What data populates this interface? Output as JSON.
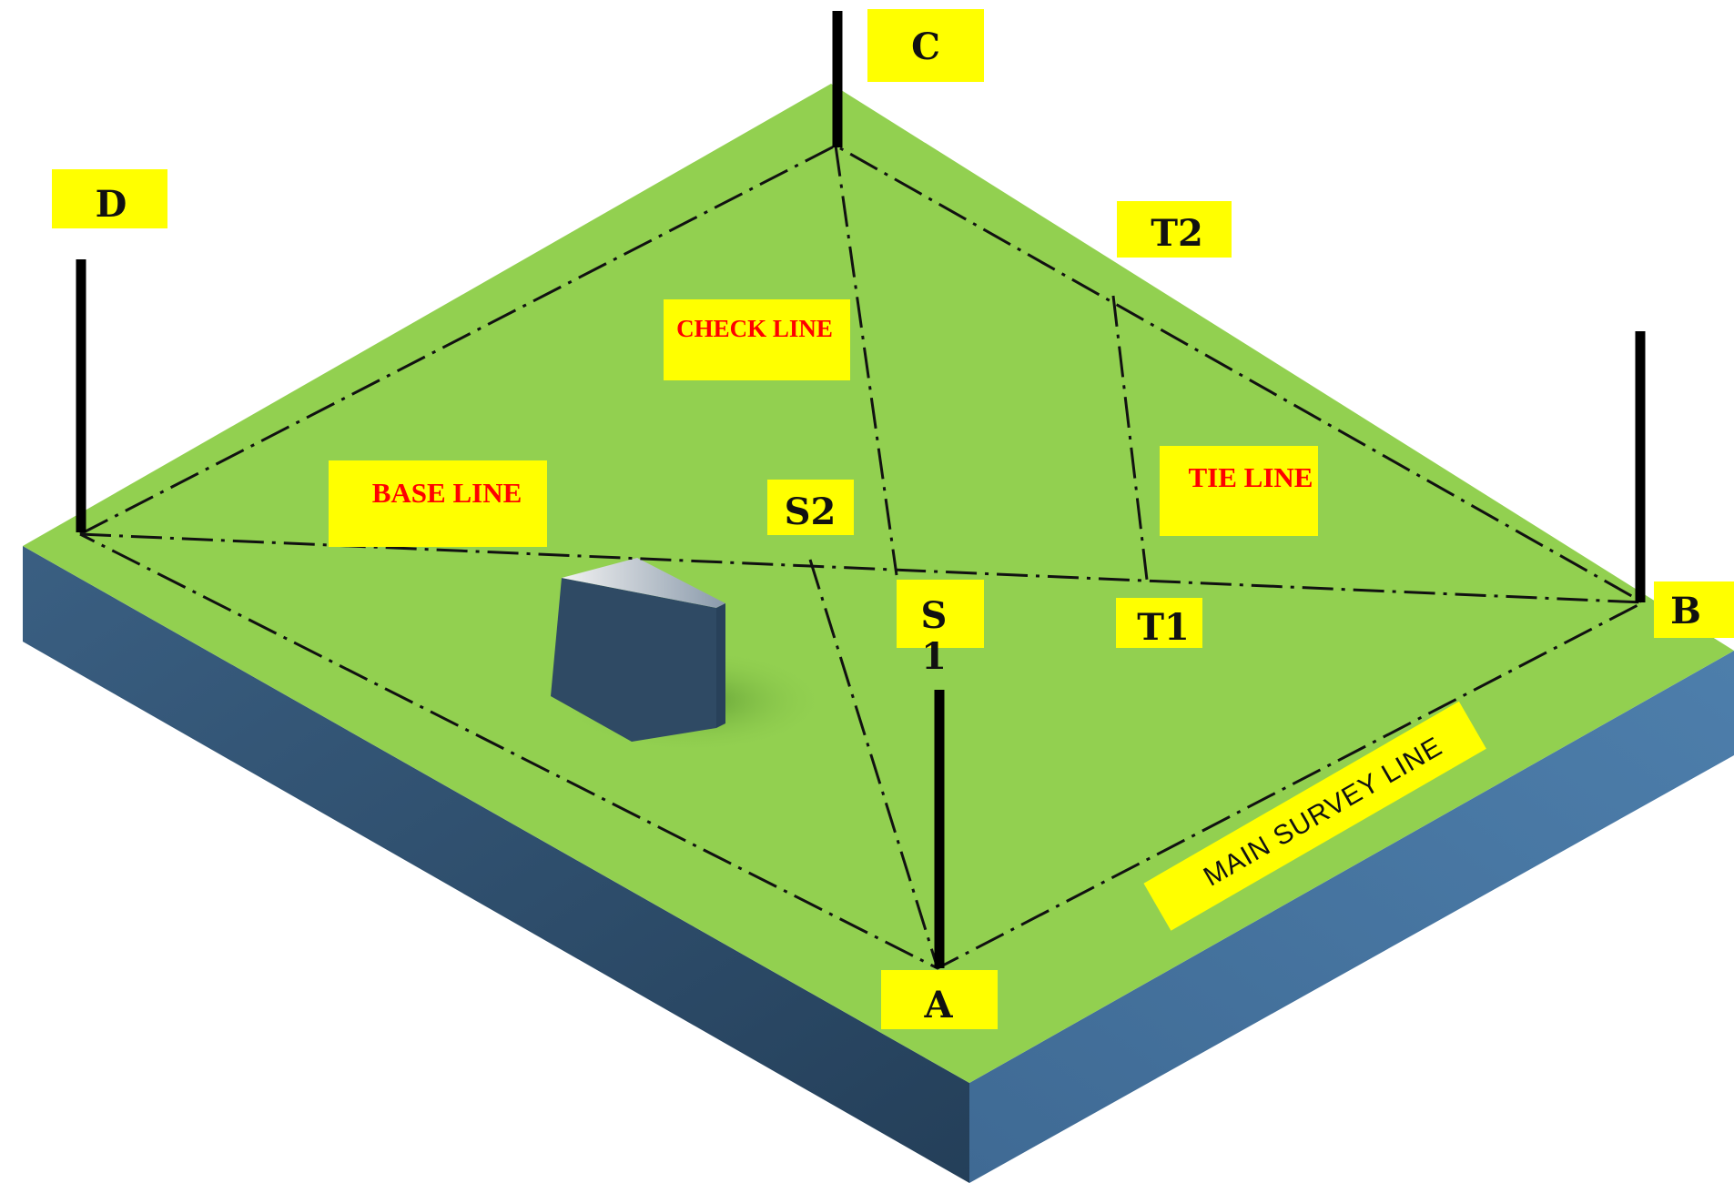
{
  "points": {
    "A": "A",
    "B": "B",
    "C": "C",
    "D": "D",
    "S1": "S\n1",
    "S2": "S2",
    "T1": "T1",
    "T2": "T2"
  },
  "lines": {
    "base_line": "BASE LINE",
    "check_line": "CHECK LINE",
    "tie_line": "TIE LINE",
    "main_survey_line": "MAIN SURVEY LINE"
  },
  "colors": {
    "ground_top": "#92d050",
    "ground_left_side": "#2e4d6b",
    "ground_right_side": "#4472a0",
    "label_background": "#ffff00",
    "line_label_text": "#ff0000",
    "point_label_text": "#111111",
    "building": "#34506b"
  }
}
